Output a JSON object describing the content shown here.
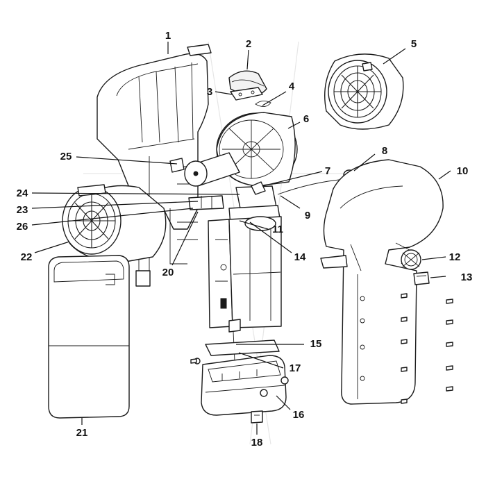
{
  "callouts": {
    "c1": "1",
    "c2": "2",
    "c3": "3",
    "c4": "4",
    "c5": "5",
    "c6": "6",
    "c7": "7",
    "c8": "8",
    "c9": "9",
    "c10": "10",
    "c11": "11",
    "c12": "12",
    "c13": "13",
    "c14": "14",
    "c15": "15",
    "c16": "16",
    "c17": "17",
    "c18": "18",
    "c20": "20",
    "c21": "21",
    "c22": "22",
    "c23": "23",
    "c24": "24",
    "c25": "25",
    "c26": "26"
  }
}
